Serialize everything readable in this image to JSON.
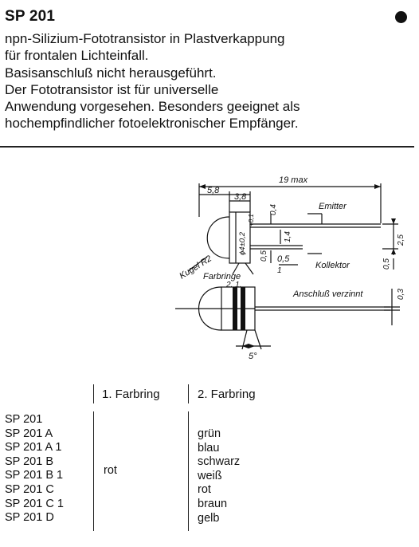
{
  "header": {
    "title": "SP 201",
    "description_lines": [
      "npn-Silizium-Fototransistor in Plastverkappung",
      "für frontalen Lichteinfall.",
      "Basisanschluß nicht herausgeführt.",
      "Der Fototransistor ist für universelle",
      "Anwendung vorgesehen. Besonders geeignet als",
      "hochempfindlicher fotoelektronischer Empfänger."
    ]
  },
  "drawing": {
    "dim_overall": "19 max",
    "dim_body": "5,8",
    "dim_front": "3,8",
    "dim_lead_thickness": "0,4",
    "dim_diameter": "ϕ4±0,2",
    "dim_diameter_tol": "+0,1",
    "dim_lead_gap": "1,4",
    "dim_lead_pitch": "2,5",
    "dim_lower": "0,5",
    "dim_ring_gap": "0,5",
    "dim_right_low": "0,5",
    "dim_right_small": "0,3",
    "dim_one": "1",
    "label_emitter": "Emitter",
    "label_collector": "Kollektor",
    "label_sphere": "Kugel R2",
    "label_rings": "Farbringe",
    "label_ring_numbers": "2. 1.",
    "label_tinned": "Anschluß verzinnt",
    "label_angle": "5°"
  },
  "table": {
    "headers": [
      "1. Farbring",
      "2. Farbring"
    ],
    "models": [
      "SP 201",
      "SP 201 A",
      "SP 201 A 1",
      "SP 201 B",
      "SP 201 B 1",
      "SP 201 C",
      "SP 201 C 1",
      "SP 201 D"
    ],
    "first_ring": "rot",
    "second_ring": [
      "",
      "grün",
      "blau",
      "schwarz",
      "weiß",
      "rot",
      "braun",
      "gelb"
    ]
  }
}
